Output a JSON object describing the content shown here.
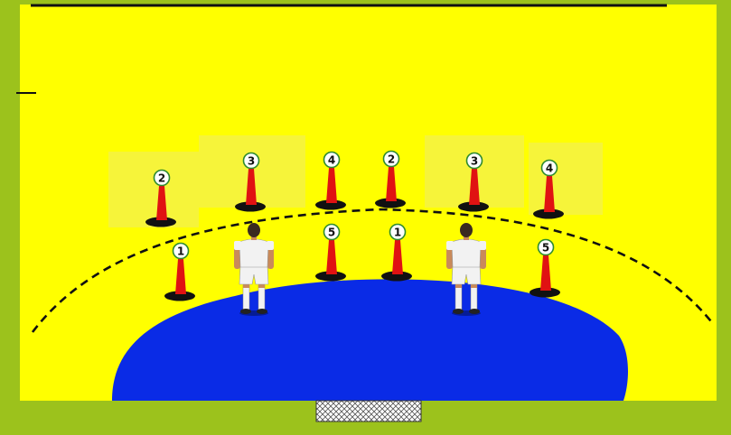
{
  "colors": {
    "border": "#9cc21c",
    "court": "#ffff00",
    "pale_patch": "#f6f43a",
    "goal_area": "#0a2be6",
    "dashed_line": "#111111",
    "cone": "#e01212",
    "cone_base": "#111111",
    "badge_fill": "#ffffff",
    "badge_ring": "#2e8b2e",
    "jersey": "#f2f2f2"
  },
  "cones": [
    {
      "id": "back-1",
      "number": "2"
    },
    {
      "id": "back-2",
      "number": "3"
    },
    {
      "id": "back-3",
      "number": "4"
    },
    {
      "id": "back-4",
      "number": "2"
    },
    {
      "id": "back-5",
      "number": "3"
    },
    {
      "id": "back-6",
      "number": "4"
    },
    {
      "id": "front-1",
      "number": "1"
    },
    {
      "id": "front-2",
      "number": "5"
    },
    {
      "id": "front-3",
      "number": "1"
    },
    {
      "id": "front-4",
      "number": "5"
    }
  ],
  "players": [
    {
      "id": "player-left",
      "icon": "player-icon"
    },
    {
      "id": "player-right",
      "icon": "player-icon"
    }
  ],
  "goal": {
    "icon": "goal-net-icon"
  }
}
